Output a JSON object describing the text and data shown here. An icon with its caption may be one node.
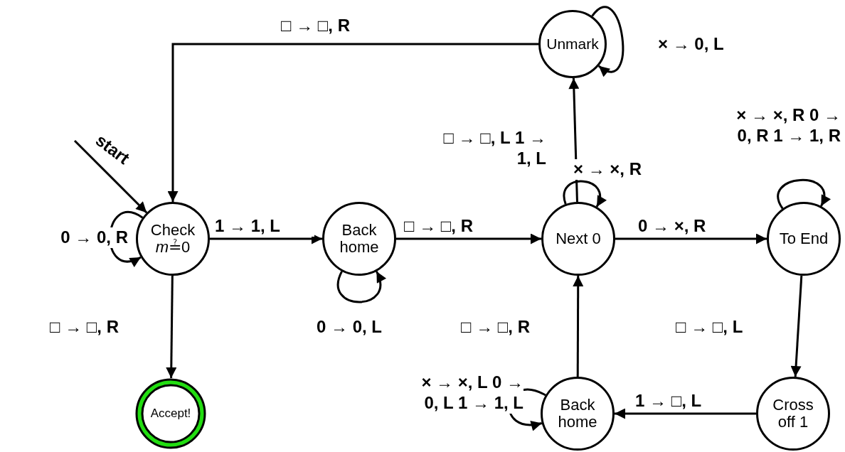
{
  "diagram": {
    "nodes": [
      {
        "text": [
          "Unmark"
        ]
      },
      {
        "text": [
          "Check *m*≟0"
        ]
      },
      {
        "text": [
          "Back home"
        ]
      },
      {
        "text": [
          "Next 0"
        ]
      },
      {
        "text": [
          "To End"
        ]
      },
      {
        "text": [
          "Back home"
        ]
      },
      {
        "text": [
          "Cross off 1"
        ]
      },
      {
        "text": [
          "Accept!"
        ]
      }
    ],
    "edges": [
      {
        "from": null,
        "to": 1,
        "arrow": "to",
        "label": "start"
      },
      {
        "from": 0,
        "to": 1,
        "arrow": "to",
        "label": "□ → □, R"
      },
      {
        "from": 0,
        "to": 0,
        "arrow": "to",
        "label": "× → 0, L"
      },
      {
        "from": 1,
        "to": 1,
        "arrow": "to",
        "label": "0 → 0, R"
      },
      {
        "from": 1,
        "to": 2,
        "arrow": "to",
        "label": "1 → 1, L"
      },
      {
        "from": 1,
        "to": 7,
        "arrow": "to",
        "label": "□ → □, R"
      },
      {
        "from": 2,
        "to": 2,
        "arrow": "to",
        "label": "0 → 0, L"
      },
      {
        "from": 2,
        "to": 3,
        "arrow": "to",
        "label": "□ → □, R"
      },
      {
        "from": 3,
        "to": 3,
        "arrow": "to",
        "label": "× → ×, R"
      },
      {
        "from": 3,
        "to": 0,
        "arrow": "to",
        "label": "□ → □, L 1 → 1, L"
      },
      {
        "from": 3,
        "to": 4,
        "arrow": "to",
        "label": "0 → ×, R"
      },
      {
        "from": 4,
        "to": 4,
        "arrow": "to",
        "label": "× → ×, R 0 → 0, R 1 → 1, R"
      },
      {
        "from": 4,
        "to": 6,
        "arrow": "to",
        "label": "□ → □, L"
      },
      {
        "from": 6,
        "to": 5,
        "arrow": "to",
        "label": "1 → □, L"
      },
      {
        "from": 5,
        "to": 5,
        "arrow": "to",
        "label": "× → ×, L 0 → 0, L 1 → 1, L"
      },
      {
        "from": 5,
        "to": 3,
        "arrow": "to",
        "label": "□ → □, R"
      }
    ]
  }
}
